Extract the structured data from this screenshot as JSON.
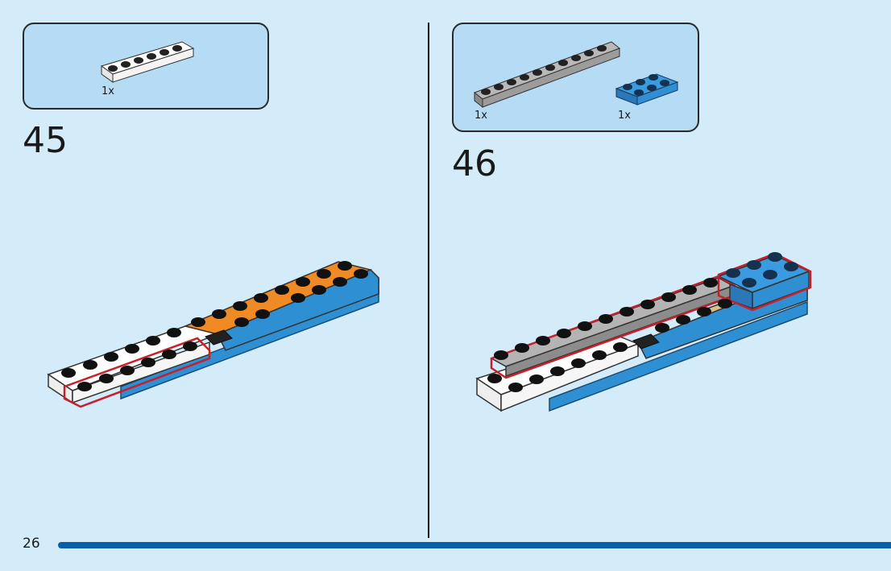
{
  "page": {
    "number": "26"
  },
  "steps": [
    {
      "number": "45",
      "parts": [
        {
          "qty": "1x",
          "name": "white-1x6-plate"
        }
      ]
    },
    {
      "number": "46",
      "parts": [
        {
          "qty": "1x",
          "name": "gray-1x10-plate"
        },
        {
          "qty": "1x",
          "name": "blue-2x3-plate"
        }
      ]
    }
  ],
  "colors": {
    "background": "#d4ecfa",
    "parts_box": "#b6dbf4",
    "highlight": "#c8202a",
    "footer_bar": "#0b5ea8",
    "white_brick": "#ffffff",
    "orange_brick": "#f08a24",
    "tan_brick": "#d8c08a",
    "blue_brick": "#2f8fd3",
    "gray_brick": "#a8a8a8",
    "black_brick": "#222222"
  }
}
